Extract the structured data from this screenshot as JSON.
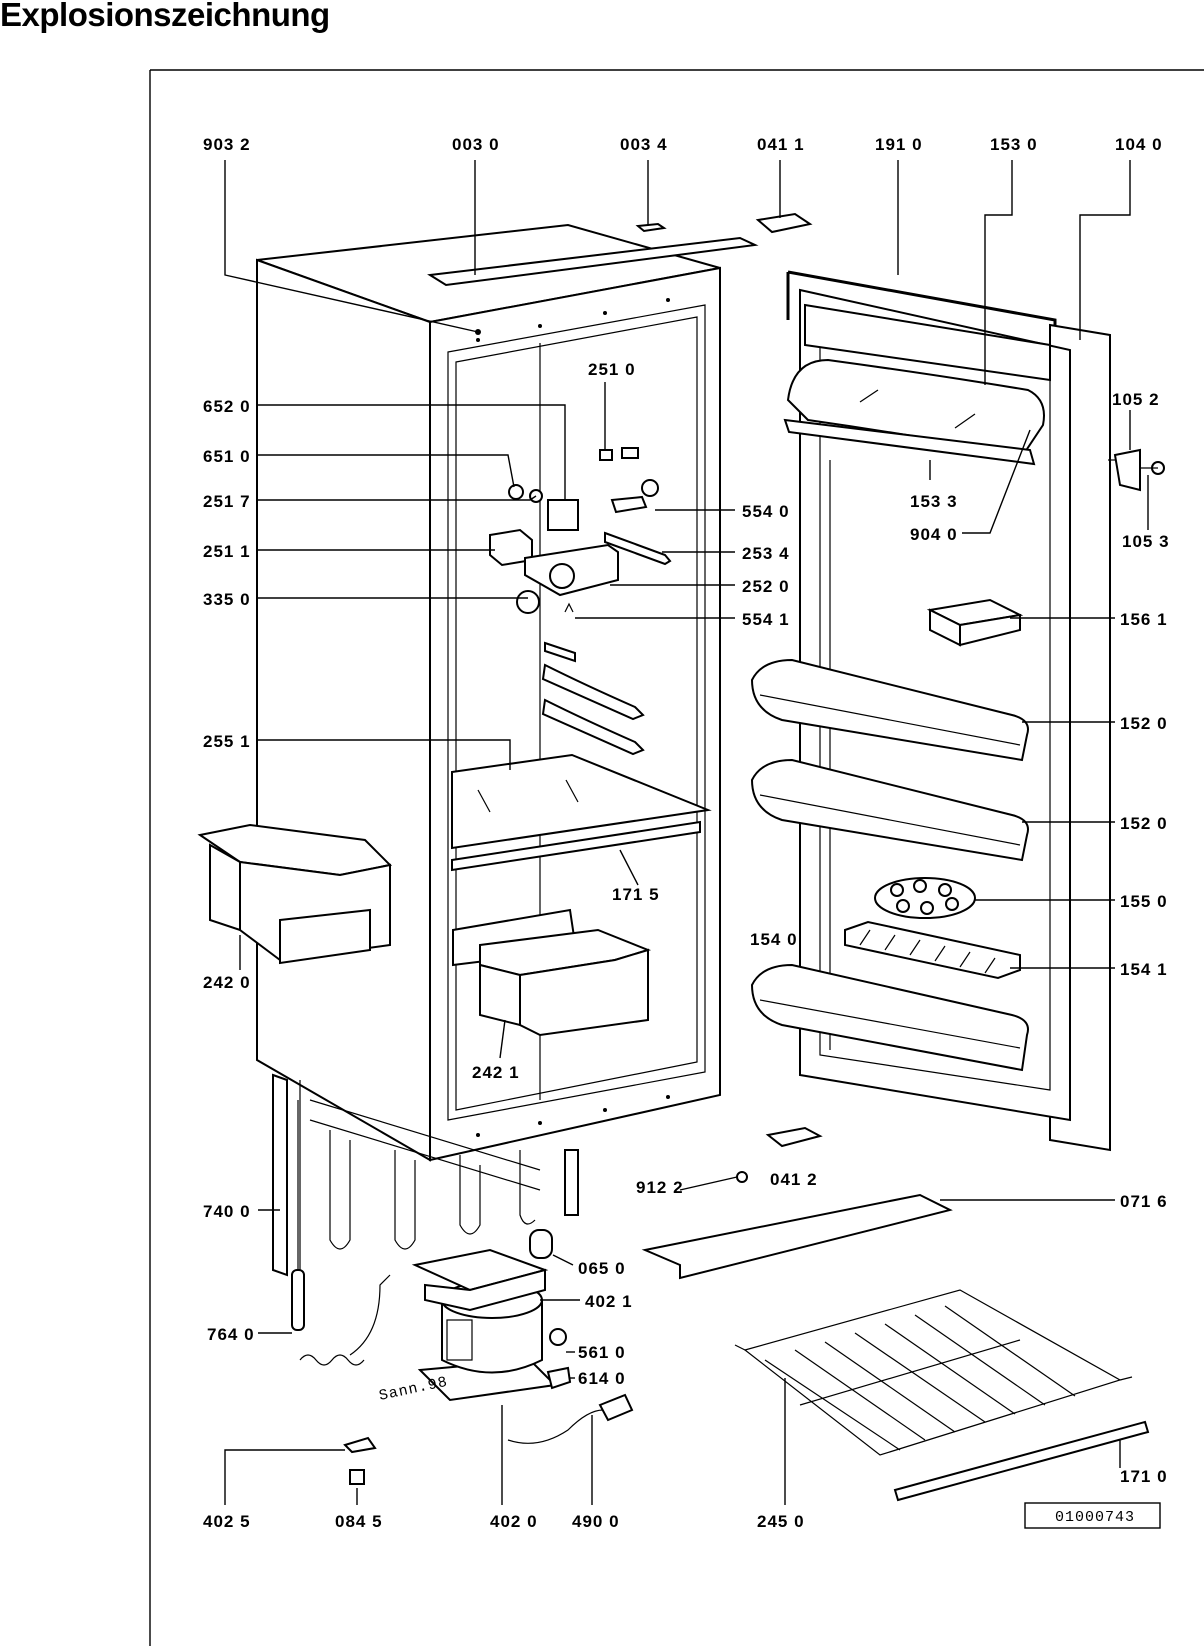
{
  "title": "Explosionszeichnung",
  "drawing_number": "01000743",
  "annotation": "Sann.98",
  "callouts": {
    "c9032": "903 2",
    "c0030": "003 0",
    "c0034": "003 4",
    "c0411": "041 1",
    "c1910": "191 0",
    "c1530": "153 0",
    "c1040": "104 0",
    "c2510": "251 0",
    "c6520": "652 0",
    "c6510": "651 0",
    "c2517": "251 7",
    "c2511": "251 1",
    "c3350": "335 0",
    "c5540": "554 0",
    "c2534": "253 4",
    "c2520": "252 0",
    "c5541": "554 1",
    "c1533": "153 3",
    "c9040": "904 0",
    "c1052": "105 2",
    "c1053": "105 3",
    "c1561": "156 1",
    "c1520a": "152 0",
    "c1520b": "152 0",
    "c1550": "155 0",
    "c1540": "154 0",
    "c1541": "154 1",
    "c2551": "255 1",
    "c1715": "171 5",
    "c2420": "242 0",
    "c2421": "242 1",
    "c7400": "740 0",
    "c9122": "912 2",
    "c0412": "041 2",
    "c0716": "071 6",
    "c0650": "065 0",
    "c4021": "402 1",
    "c7640": "764 0",
    "c5610": "561 0",
    "c6140": "614 0",
    "c1710": "171 0",
    "c4025": "402 5",
    "c0845": "084 5",
    "c4020": "402 0",
    "c4900": "490 0",
    "c2450": "245 0"
  }
}
